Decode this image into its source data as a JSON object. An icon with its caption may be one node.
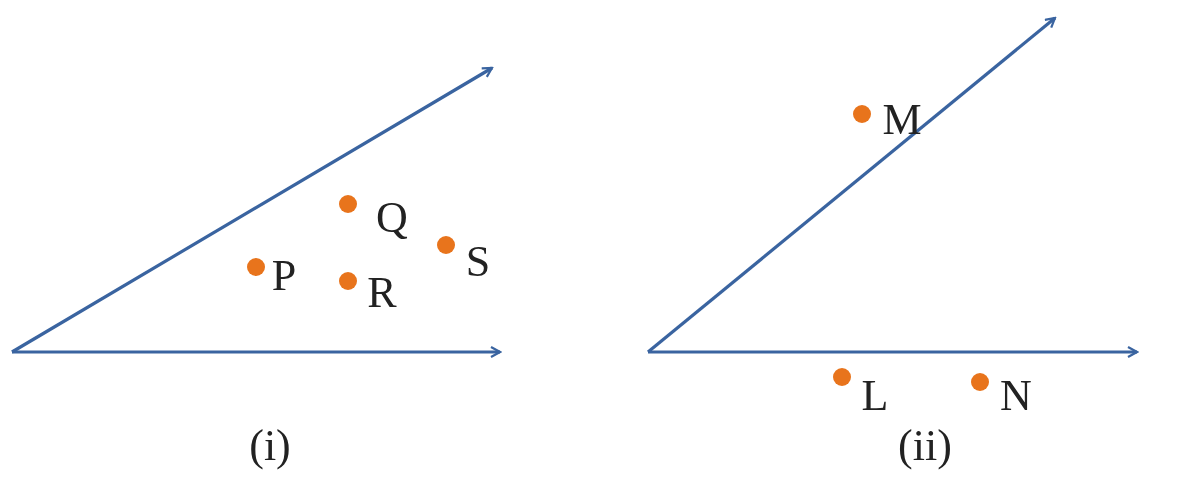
{
  "diagram": {
    "labels": [
      "P",
      "Q",
      "R",
      "S",
      "(i)",
      "M",
      "L",
      "N",
      "(ii)"
    ]
  }
}
